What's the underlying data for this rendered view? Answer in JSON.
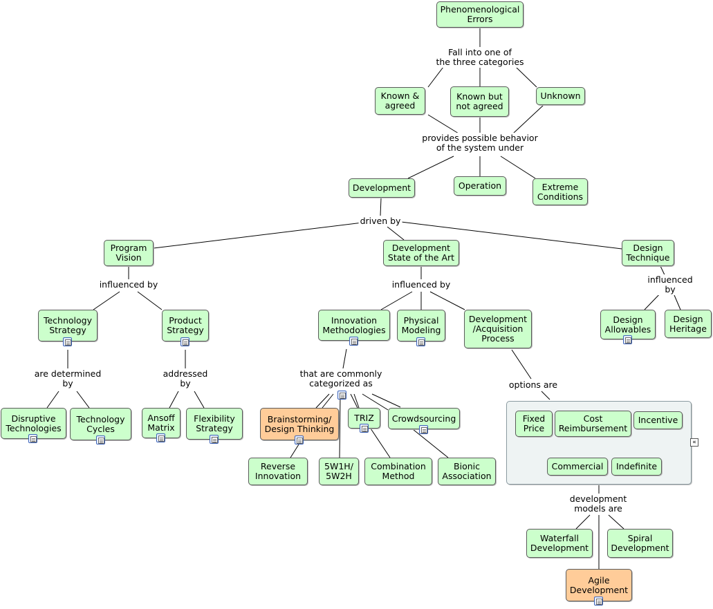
{
  "nodes": {
    "phenom": "Phenomenological\nErrors",
    "known_agreed": "Known &\nagreed",
    "known_not": "Known but\nnot agreed",
    "unknown": "Unknown",
    "development": "Development",
    "operation": "Operation",
    "extreme": "Extreme\nConditions",
    "program_vision": "Program\nVision",
    "dev_state": "Development\nState of the Art",
    "design_technique": "Design\nTechnique",
    "tech_strategy": "Technology\nStrategy",
    "product_strategy": "Product\nStrategy",
    "innovation": "Innovation\nMethodologies",
    "physical": "Physical\nModeling",
    "dev_acq": "Development\n/Acquisition\nProcess",
    "design_allow": "Design\nAllowables",
    "design_heritage": "Design\nHeritage",
    "disruptive": "Disruptive\nTechnologies",
    "tech_cycles": "Technology\nCycles",
    "ansoff": "Ansoff\nMatrix",
    "flexibility": "Flexibility\nStrategy",
    "brainstorm": "Brainstorming/\nDesign Thinking",
    "triz": "TRIZ",
    "crowd": "Crowdsourcing",
    "reverse": "Reverse\nInnovation",
    "fivew": "5W1H/\n5W2H",
    "combination": "Combination\nMethod",
    "bionic": "Bionic\nAssociation",
    "fixed": "Fixed\nPrice",
    "cost": "Cost\nReimbursement",
    "incentive": "Incentive",
    "commercial": "Commercial",
    "indefinite": "Indefinite",
    "waterfall": "Waterfall\nDevelopment",
    "spiral": "Spiral\nDevelopment",
    "agile": "Agile\nDevelopment"
  },
  "labels": {
    "fall_into": "Fall into one of\nthe three categories",
    "provides": "provides possible behavior\nof the system under",
    "driven_by": "driven by",
    "influenced_1": "influenced by",
    "influenced_2": "influenced by",
    "influenced_3": "influenced by",
    "are_determined": "are determined\nby",
    "addressed": "addressed\nby",
    "commonly": "that are commonly\ncategorized as",
    "options": "options are",
    "dev_models": "development\nmodels are"
  },
  "colors": {
    "concept_fill": "#ccffcc",
    "highlight_fill": "#ffcc99",
    "group_fill": "#eef3f3"
  },
  "icons": {
    "resource": "document-list-icon",
    "collapse": "collapse-left-icon"
  },
  "collapse_glyph": "«"
}
